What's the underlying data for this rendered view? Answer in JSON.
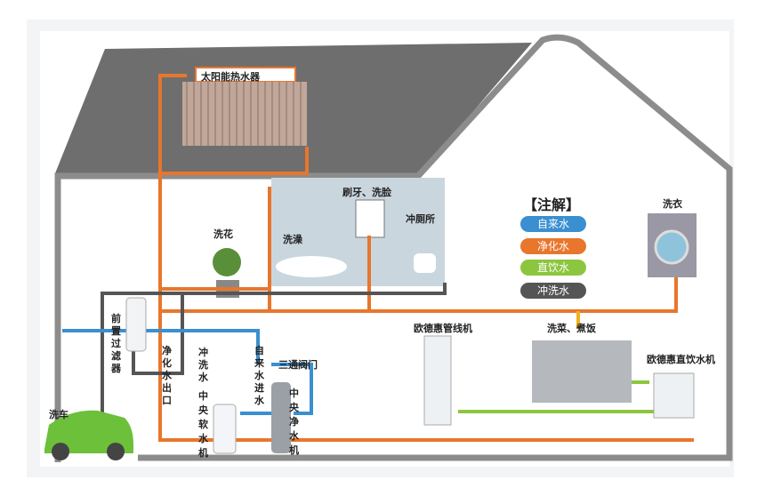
{
  "colors": {
    "tap": "#3a8fd0",
    "purified": "#e8762c",
    "direct": "#8cc63f",
    "flush": "#555555",
    "roof": "#6e6e6e",
    "wall": "#8c8c8c"
  },
  "labels": {
    "solar_heater": "太阳能热水器",
    "brush_wash": "刷牙、洗脸",
    "toilet": "冲厕所",
    "bath": "洗澡",
    "flowers": "洗花",
    "laundry": "洗衣",
    "pipeline_machine": "欧德惠管线机",
    "cooking": "洗菜、煮饭",
    "direct_drinker": "欧德惠直饮水机",
    "prefilter": "前置过滤器",
    "purified_outlet": "净化水出口",
    "flush_water": "冲洗水",
    "softener": "中央软水机",
    "tap_inlet": "自来水进水",
    "three_way_valve": "三通阀门",
    "purifier": "中央净水机",
    "car_wash": "洗车"
  },
  "legend": {
    "title": "【注解】",
    "items": [
      {
        "label": "自来水",
        "color": "#3a8fd0"
      },
      {
        "label": "净化水",
        "color": "#e8762c"
      },
      {
        "label": "直饮水",
        "color": "#8cc63f"
      },
      {
        "label": "冲洗水",
        "color": "#555555"
      }
    ]
  }
}
